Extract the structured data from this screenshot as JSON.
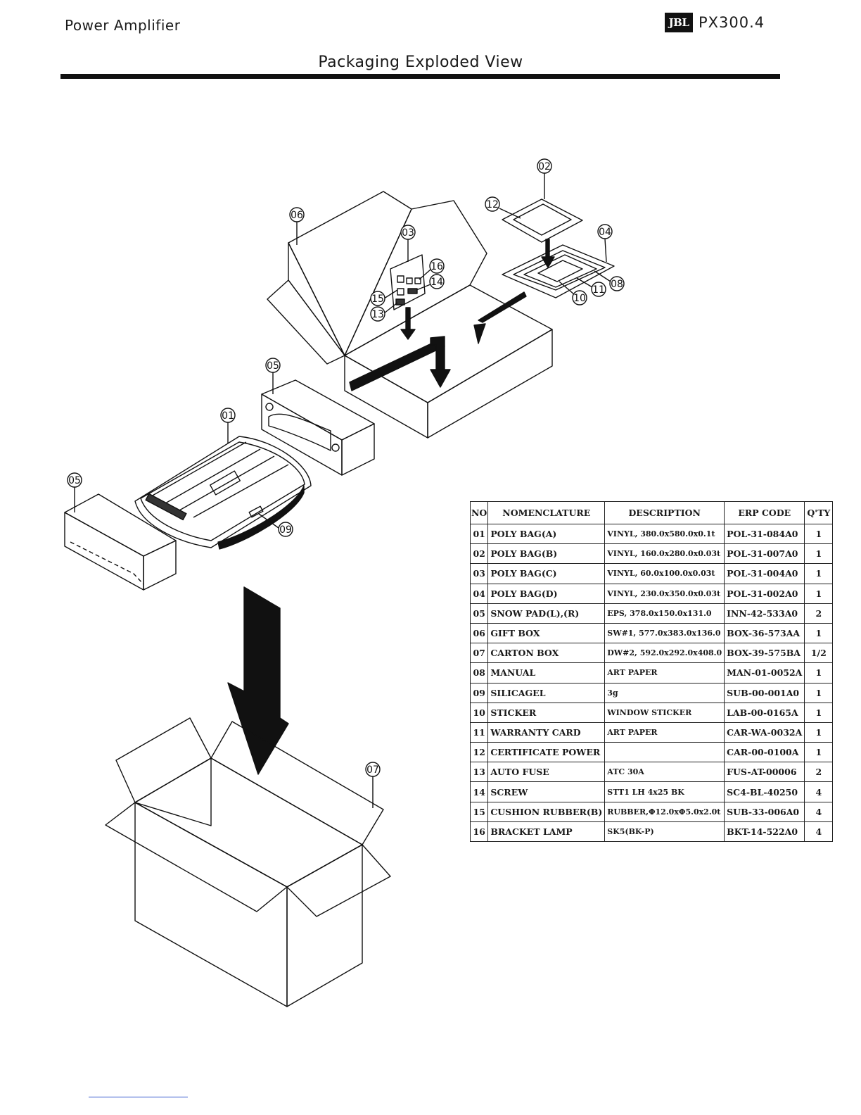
{
  "header": {
    "left_title": "Power  Amplifier",
    "logo_text": "JBL",
    "model": "PX300.4"
  },
  "page_title": "Packaging  Exploded View",
  "callouts": {
    "c01": "01",
    "c02": "02",
    "c03": "03",
    "c04": "04",
    "c05a": "05",
    "c05b": "05",
    "c06": "06",
    "c07": "07",
    "c08": "08",
    "c09": "09",
    "c10": "10",
    "c11": "11",
    "c12": "12",
    "c13": "13",
    "c14": "14",
    "c15": "15",
    "c16": "16"
  },
  "parts_table": {
    "headers": {
      "no": "NO",
      "nomenclature": "NOMENCLATURE",
      "description": "DESCRIPTION",
      "erp_code": "ERP  CODE",
      "qty": "Q'TY"
    },
    "rows": [
      {
        "no": "01",
        "nomenclature": "POLY  BAG(A)",
        "description": "VINYL,  380.0x580.0x0.1t",
        "erp_code": "POL-31-084A0",
        "qty": "1"
      },
      {
        "no": "02",
        "nomenclature": "POLY  BAG(B)",
        "description": "VINYL,  160.0x280.0x0.03t",
        "erp_code": "POL-31-007A0",
        "qty": "1"
      },
      {
        "no": "03",
        "nomenclature": "POLY  BAG(C)",
        "description": "VINYL,  60.0x100.0x0.03t",
        "erp_code": "POL-31-004A0",
        "qty": "1"
      },
      {
        "no": "04",
        "nomenclature": "POLY  BAG(D)",
        "description": "VINYL,  230.0x350.0x0.03t",
        "erp_code": "POL-31-002A0",
        "qty": "1"
      },
      {
        "no": "05",
        "nomenclature": "SNOW  PAD(L),(R)",
        "description": "EPS,  378.0x150.0x131.0",
        "erp_code": "INN-42-533A0",
        "qty": "2"
      },
      {
        "no": "06",
        "nomenclature": "GIFT  BOX",
        "description": "SW#1,  577.0x383.0x136.0",
        "erp_code": "BOX-36-573AA",
        "qty": "1"
      },
      {
        "no": "07",
        "nomenclature": "CARTON  BOX",
        "description": "DW#2,  592.0x292.0x408.0",
        "erp_code": "BOX-39-575BA",
        "qty": "1/2"
      },
      {
        "no": "08",
        "nomenclature": "MANUAL",
        "description": "ART  PAPER",
        "erp_code": "MAN-01-0052A",
        "qty": "1"
      },
      {
        "no": "09",
        "nomenclature": "SILICAGEL",
        "description": "3g",
        "erp_code": "SUB-00-001A0",
        "qty": "1"
      },
      {
        "no": "10",
        "nomenclature": "STICKER",
        "description": "WINDOW  STICKER",
        "erp_code": "LAB-00-0165A",
        "qty": "1"
      },
      {
        "no": "11",
        "nomenclature": "WARRANTY  CARD",
        "description": "ART  PAPER",
        "erp_code": "CAR-WA-0032A",
        "qty": "1"
      },
      {
        "no": "12",
        "nomenclature": "CERTIFICATE  POWER",
        "description": "",
        "erp_code": "CAR-00-0100A",
        "qty": "1"
      },
      {
        "no": "13",
        "nomenclature": "AUTO  FUSE",
        "description": "ATC  30A",
        "erp_code": "FUS-AT-00006",
        "qty": "2"
      },
      {
        "no": "14",
        "nomenclature": "SCREW",
        "description": "STT1  LH  4x25  BK",
        "erp_code": "SC4-BL-40250",
        "qty": "4"
      },
      {
        "no": "15",
        "nomenclature": "CUSHION  RUBBER(B)",
        "description": "RUBBER,Φ12.0xΦ5.0x2.0t",
        "erp_code": "SUB-33-006A0",
        "qty": "4"
      },
      {
        "no": "16",
        "nomenclature": "BRACKET  LAMP",
        "description": "SK5(BK-P)",
        "erp_code": "BKT-14-522A0",
        "qty": "4"
      }
    ]
  }
}
